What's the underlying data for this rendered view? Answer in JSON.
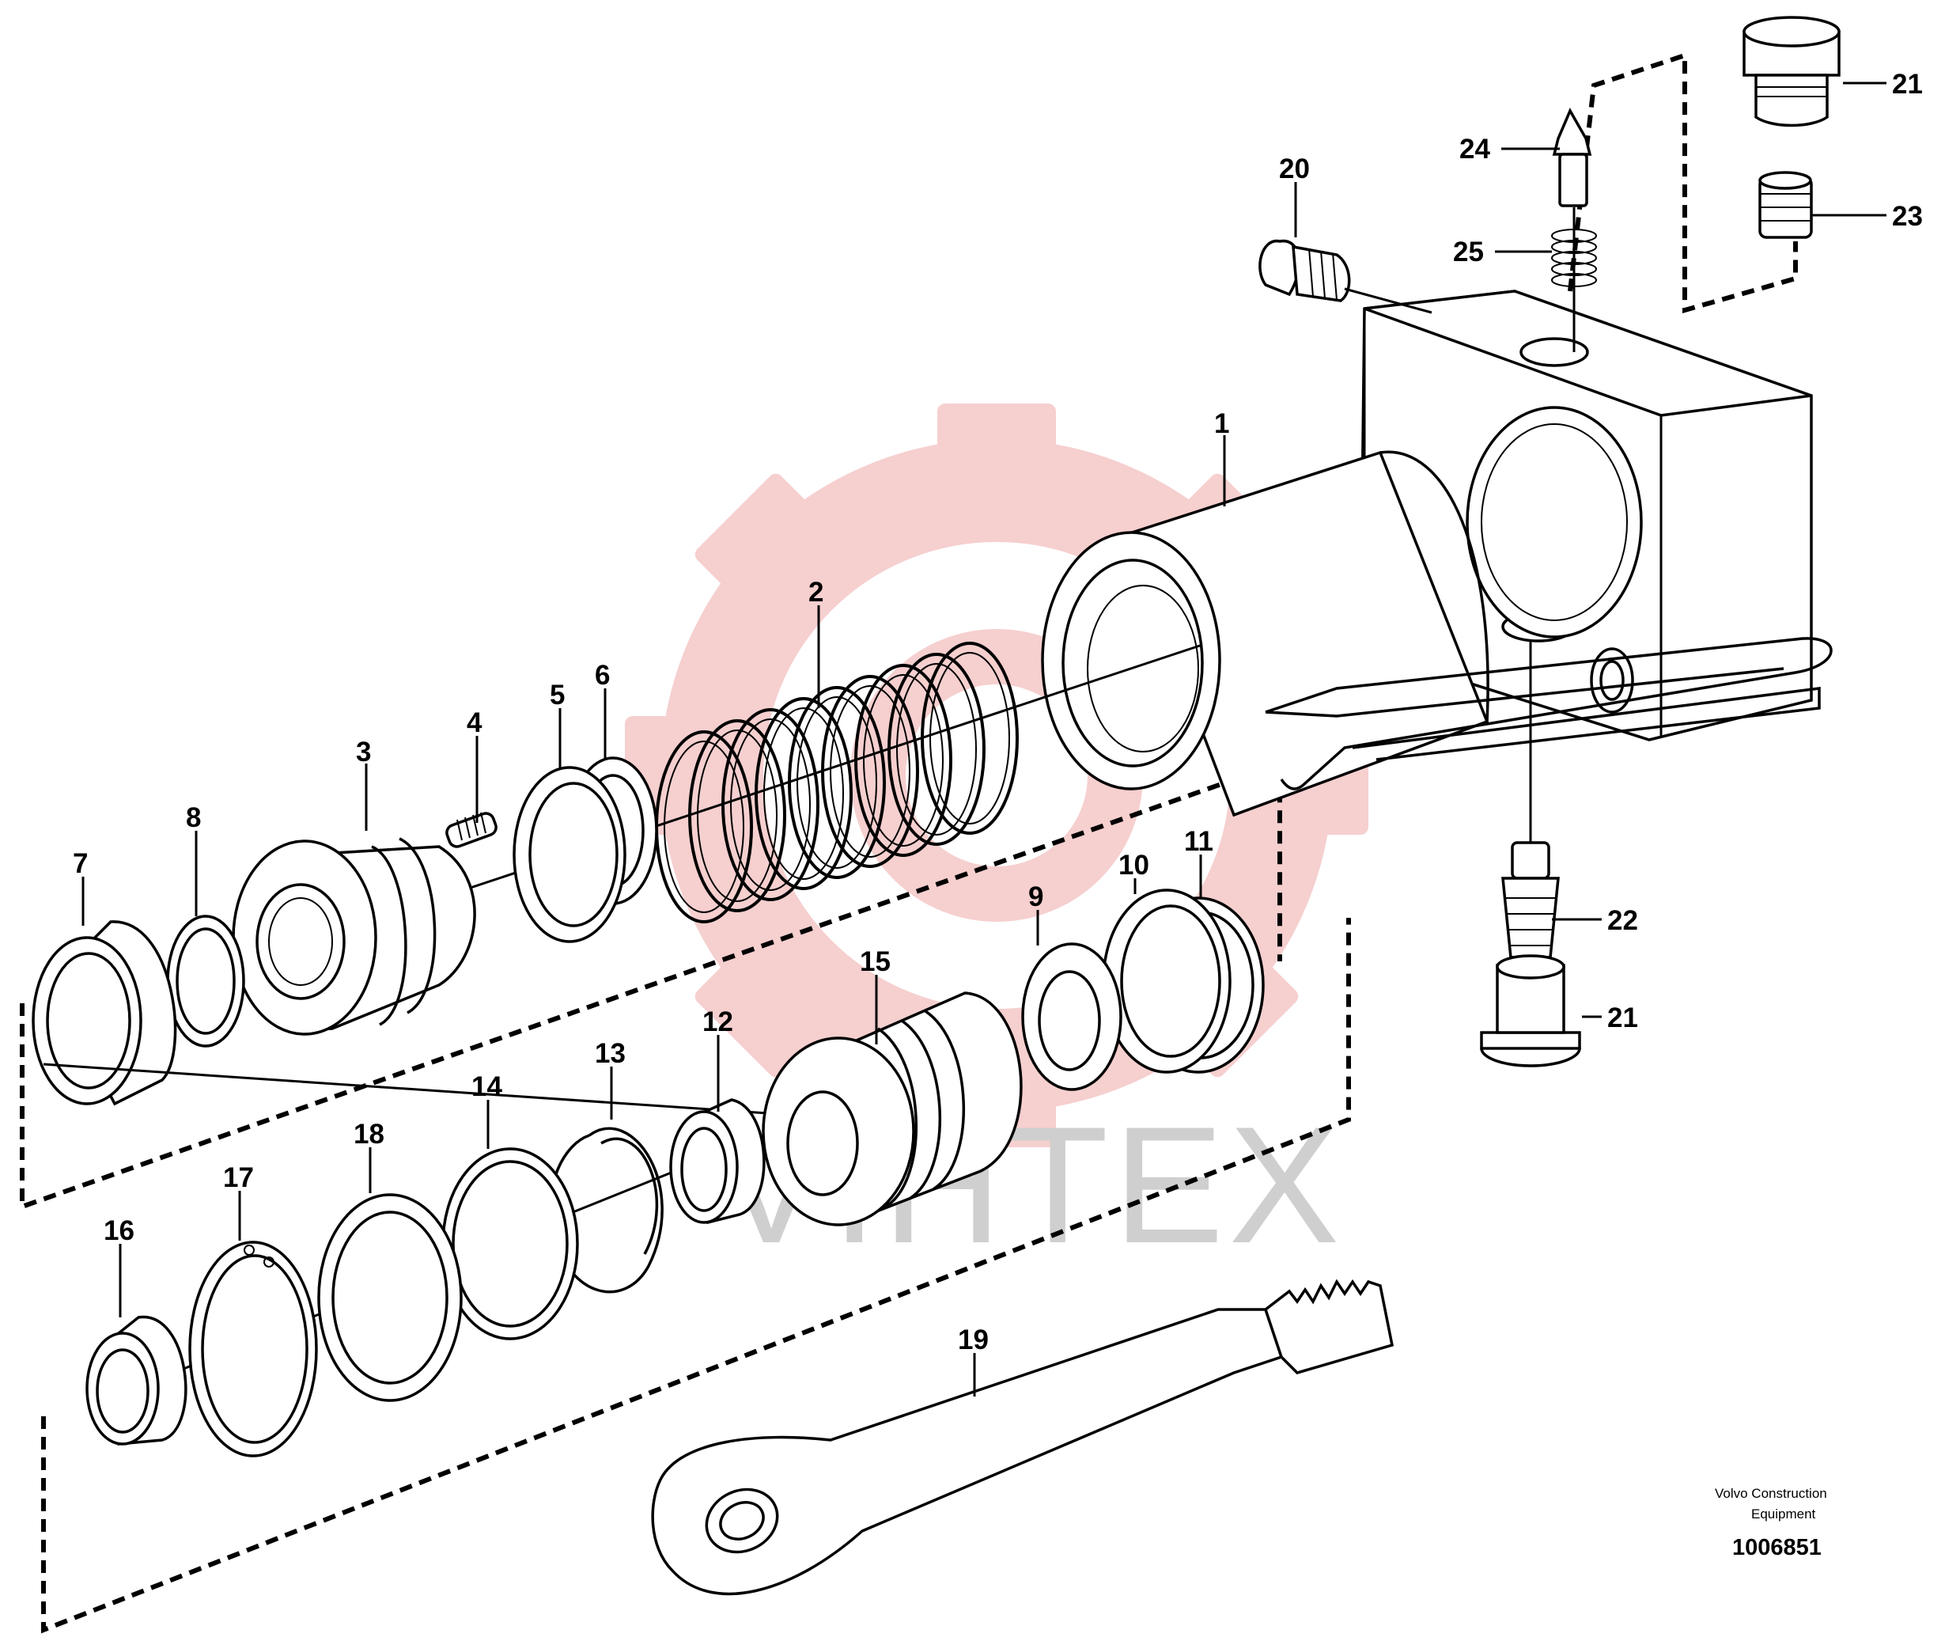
{
  "diagram": {
    "callouts": [
      "1",
      "2",
      "3",
      "4",
      "5",
      "6",
      "7",
      "8",
      "9",
      "10",
      "11",
      "12",
      "13",
      "14",
      "15",
      "16",
      "17",
      "18",
      "19",
      "20",
      "21",
      "21",
      "22",
      "23",
      "24",
      "25"
    ],
    "credit_line1": "Volvo Construction",
    "credit_line2": "Equipment",
    "document_number": "1006851",
    "watermark_text": "VIHTEX",
    "watermark_logo": "gear-logo-watermark",
    "colors": {
      "watermark_gear": "#f5c8c8",
      "watermark_text": "#cfcfcf",
      "line": "#000000"
    }
  }
}
